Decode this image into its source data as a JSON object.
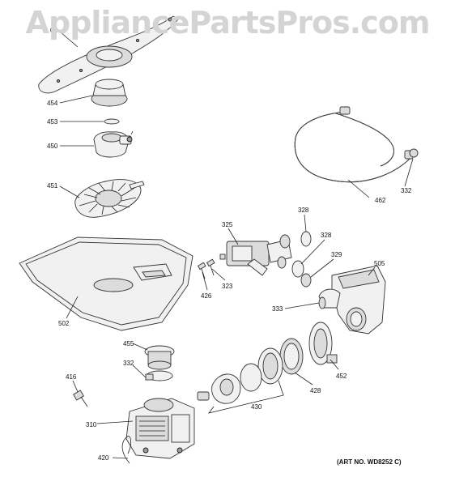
{
  "watermark": "AppliancePartsPros.com",
  "art_number": "(ART NO. WD8252 C)",
  "callouts": {
    "c01": "01",
    "c454": "454",
    "c453": "453",
    "c450": "450",
    "c451": "451",
    "c462": "462",
    "c332a": "332",
    "c328a": "328",
    "c325": "325",
    "c328b": "328",
    "c329": "329",
    "c505": "505",
    "c426": "426",
    "c323": "323",
    "c333": "333",
    "c502": "502",
    "c455": "455",
    "c332b": "332",
    "c416": "416",
    "c452": "452",
    "c428": "428",
    "c430": "430",
    "c310": "310",
    "c420": "420"
  }
}
